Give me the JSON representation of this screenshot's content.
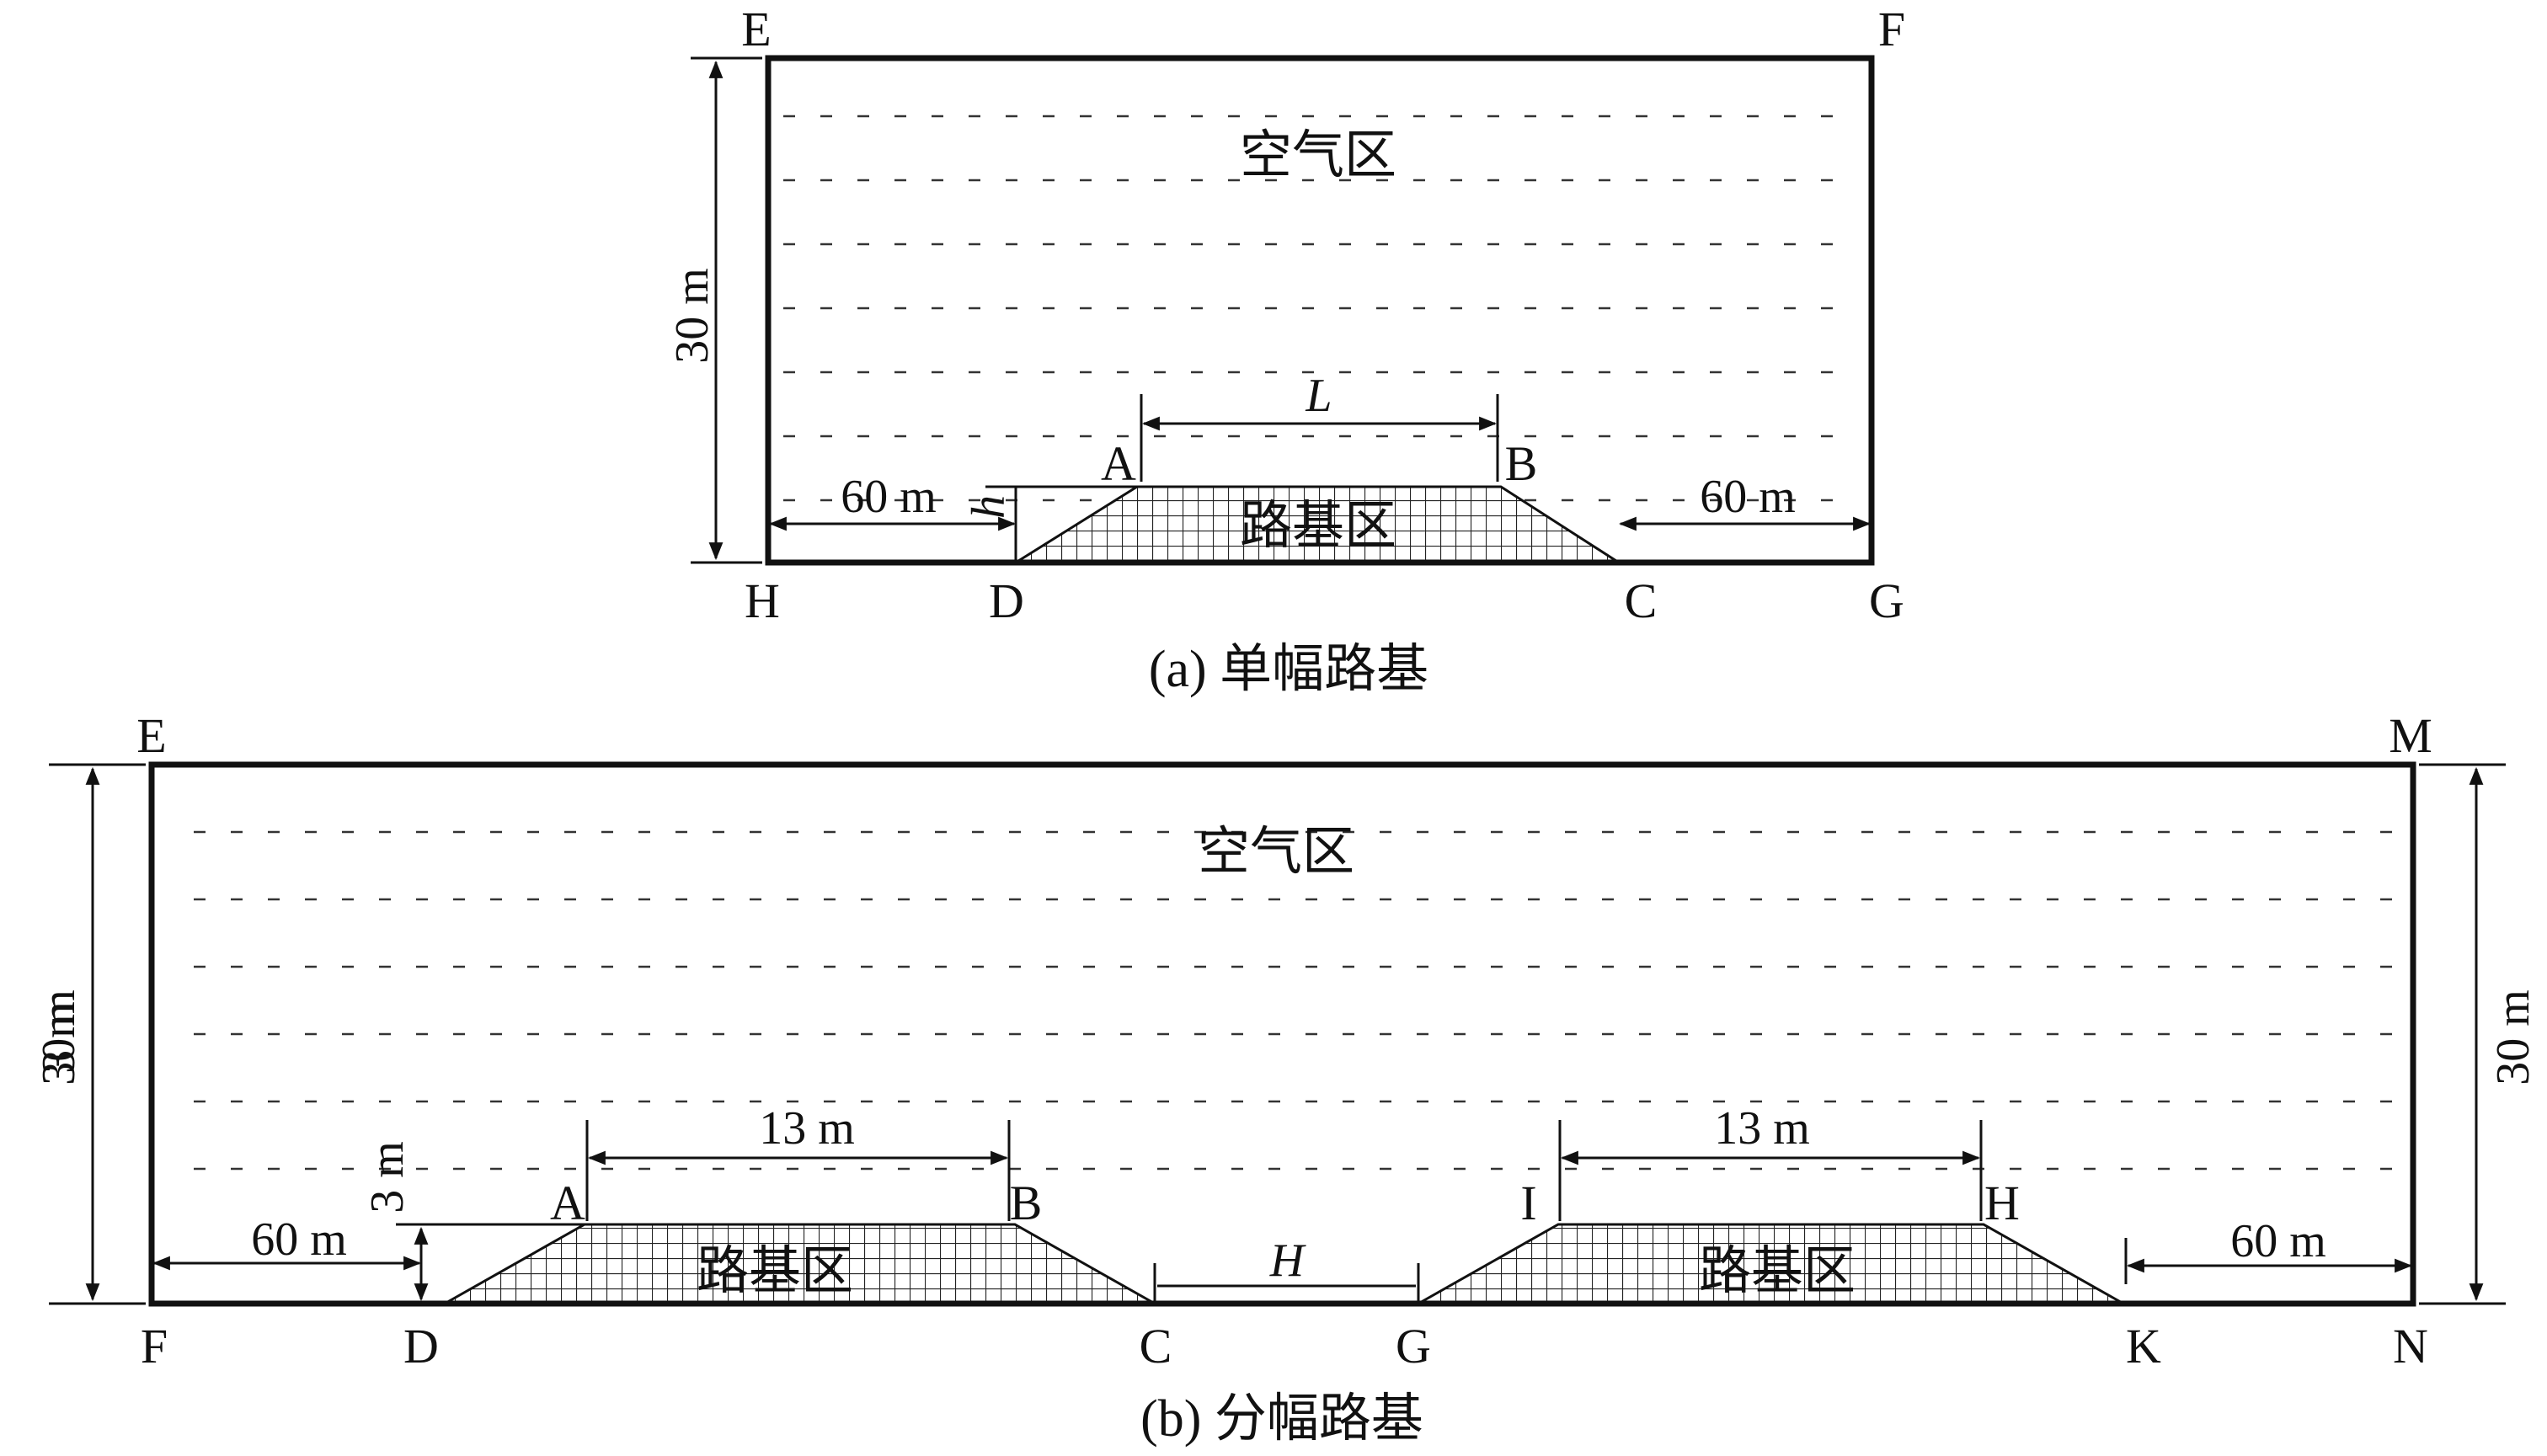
{
  "diagram_a": {
    "caption": "(a) 单幅路基",
    "air_zone": "空气区",
    "subgrade_zone": "路基区",
    "points": {
      "E": "E",
      "F": "F",
      "H": "H",
      "D": "D",
      "C": "C",
      "G": "G",
      "A": "A",
      "B": "B"
    },
    "dims": {
      "height": "30 m",
      "left": "60 m",
      "right": "60 m",
      "top_width": "L",
      "embank_height": "h"
    }
  },
  "diagram_b": {
    "caption": "(b) 分幅路基",
    "air_zone": "空气区",
    "subgrade_zone_1": "路基区",
    "subgrade_zone_2": "路基区",
    "points": {
      "E": "E",
      "M": "M",
      "F": "F",
      "D": "D",
      "C": "C",
      "G": "G",
      "K": "K",
      "N": "N",
      "A": "A",
      "B": "B",
      "I": "I",
      "H": "H"
    },
    "dims": {
      "height_left": "30 m",
      "height_left_overlay": "3 m",
      "height_right": "30 m",
      "left": "60 m",
      "right": "60 m",
      "top_width_1": "13 m",
      "top_width_2": "13 m",
      "gap": "H",
      "embank_height": "3 m"
    }
  },
  "colors": {
    "line": "#111111",
    "hatch": "#222222",
    "background": "#ffffff"
  }
}
